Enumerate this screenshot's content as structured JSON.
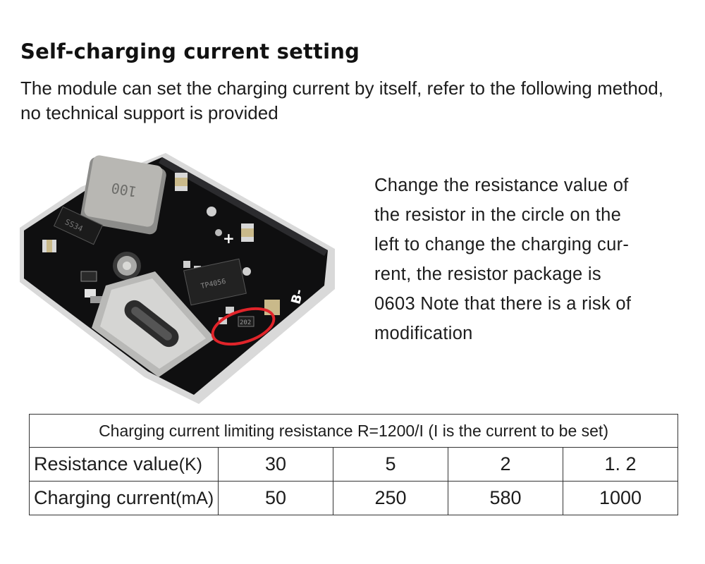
{
  "title": "Self-charging current setting",
  "intro": "The module can set the charging current by itself, refer to the following method, no technical support is provided",
  "board_markings": {
    "inductor": "100",
    "diode": "SS34",
    "chip": "TP4056",
    "resistor": "202",
    "plus": "+",
    "b_minus": "B-"
  },
  "note": {
    "lines": [
      "Change the resistance value of",
      "the resistor in the circle on the",
      "left to change the charging cur-",
      "rent, the resistor package is",
      "0603 Note that there is a risk of",
      "modification"
    ]
  },
  "table": {
    "header": "Charging current limiting resistance R=1200/I (I is the current to be set)",
    "rows": [
      {
        "label": "Resistance value",
        "unit": "(K)",
        "values": [
          "30",
          "5",
          "2",
          "1. 2"
        ]
      },
      {
        "label": "Charging current",
        "unit": "(mA)",
        "values": [
          "50",
          "250",
          "580",
          "1000"
        ]
      }
    ]
  },
  "colors": {
    "highlight_circle": "#e0242a",
    "pcb": "#111111",
    "text": "#1c1c1c"
  }
}
